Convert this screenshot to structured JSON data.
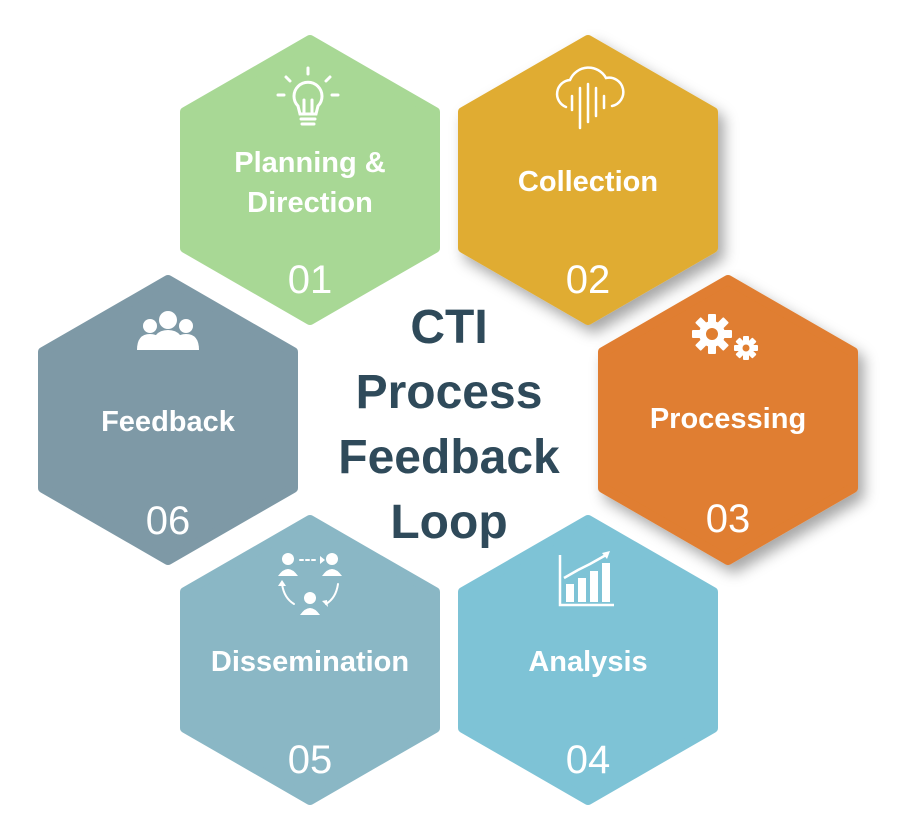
{
  "title": {
    "lines": [
      "CTI",
      "Process",
      "Feedback",
      "Loop"
    ],
    "color": "#2f4a5a"
  },
  "steps": [
    {
      "id": "planning",
      "label_lines": [
        "Planning &",
        "Direction"
      ],
      "number": "01",
      "icon": "lightbulb-icon",
      "color": "#a8d895"
    },
    {
      "id": "collection",
      "label_lines": [
        "Collection"
      ],
      "number": "02",
      "icon": "cloud-rain-icon",
      "color": "#e0ac32"
    },
    {
      "id": "processing",
      "label_lines": [
        "Processing"
      ],
      "number": "03",
      "icon": "gears-icon",
      "color": "#e07e30"
    },
    {
      "id": "analysis",
      "label_lines": [
        "Analysis"
      ],
      "number": "04",
      "icon": "bar-chart-icon",
      "color": "#7ec3d6"
    },
    {
      "id": "dissemination",
      "label_lines": [
        "Dissemination"
      ],
      "number": "05",
      "icon": "people-cycle-icon",
      "color": "#8ab7c5"
    },
    {
      "id": "feedback",
      "label_lines": [
        "Feedback"
      ],
      "number": "06",
      "icon": "group-icon",
      "color": "#7e99a6"
    }
  ]
}
